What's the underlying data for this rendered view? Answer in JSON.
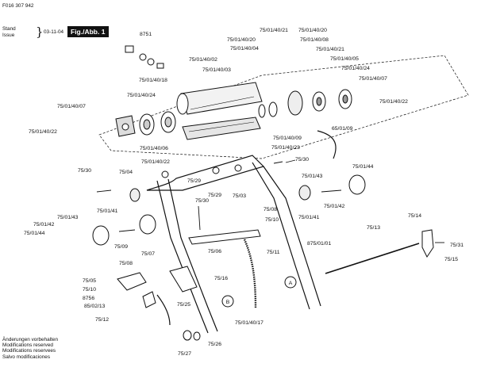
{
  "header": {
    "doc_number": "F016 307 942",
    "stand_label": "Stand",
    "issue_label": "Issue",
    "date": "03-11-04",
    "figure_label": "Fig./Abb. 1"
  },
  "footer_notes": [
    "Änderungen vorbehalten",
    "Modifications reserved",
    "Modifications reservees",
    "Salvo modificaciones"
  ],
  "callouts": [
    {
      "text": "A"
    },
    {
      "text": "B"
    }
  ],
  "labels": [
    "8751",
    "75/01/40/21",
    "75/01/40/20",
    "75/01/40/20",
    "75/01/40/04",
    "75/01/40/08",
    "75/01/40/21",
    "75/01/40/02",
    "75/01/40/05",
    "75/01/40/24",
    "75/01/40/03",
    "75/01/40/07",
    "75/01/40/18",
    "75/01/40/22",
    "75/01/40/24",
    "75/01/40/07",
    "65/01/09",
    "75/01/40/22",
    "75/01/40/06",
    "75/01/40/09",
    "75/01/40/23",
    "75/30",
    "75/01/40/22",
    "75/01/44",
    "75/30",
    "75/04",
    "75/29",
    "75/01/43",
    "75/29",
    "75/03",
    "75/01/42",
    "75/30",
    "75/01/41",
    "75/01/41",
    "75/08",
    "75/01/43",
    "75/01/42",
    "75/01/44",
    "75/09",
    "75/10",
    "75/13",
    "75/14",
    "75/31",
    "75/11",
    "875/01/01",
    "75/06",
    "75/07",
    "75/15",
    "75/08",
    "75/05",
    "75/16",
    "75/10",
    "8756",
    "85/02/13",
    "75/25",
    "75/12",
    "75/01/40/17",
    "75/26",
    "75/27"
  ]
}
